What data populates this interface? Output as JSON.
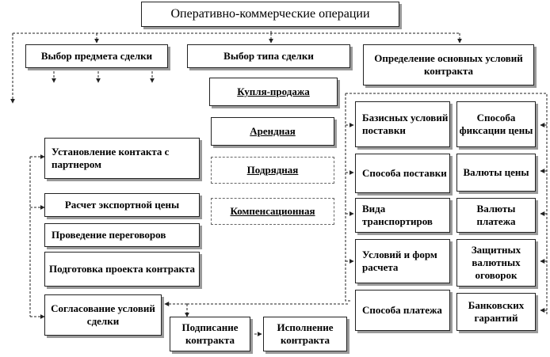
{
  "title": "Оперативно-коммерческие операции",
  "level1": {
    "subject": "Выбор предмета сделки",
    "type": "Выбор типа сделки",
    "conditions": "Определение основных условий контракта"
  },
  "deal_types": [
    "Купля-продажа",
    "Арендная",
    "Подрядная",
    "Компенсационная"
  ],
  "steps": {
    "contact": "Установление контакта с партнером",
    "price": "Расчет экспортной цены",
    "negotiation": "Проведение переговоров",
    "draft": "Подготовка проекта контракта",
    "agreement": "Согласование условий сделки",
    "signing": "Подписание контракта",
    "execution": "Исполнение контракта"
  },
  "conditions_left": [
    "Базисных условий поставки",
    "Способа поставки",
    "Вида транспортиров",
    "Условий и форм расчета",
    "Способа платежа"
  ],
  "conditions_right": [
    "Способа фиксации цены",
    "Валюты цены",
    "Валюты платежа",
    "Защитных валютных оговорок",
    "Банковских гарантий"
  ]
}
